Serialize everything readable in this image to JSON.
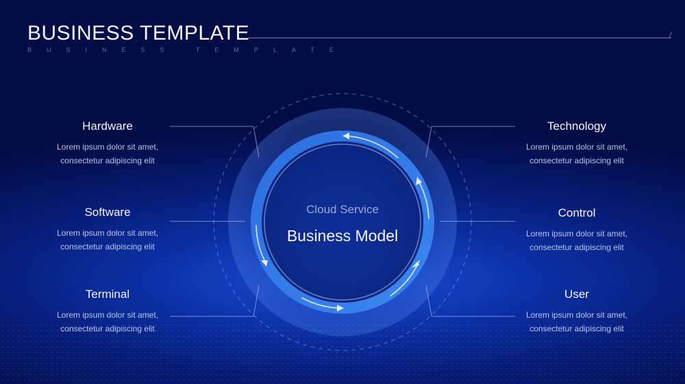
{
  "header": {
    "title": "BUSINESS TEMPLATE",
    "subtitle": "BUSINESS TEMPLATE"
  },
  "center": {
    "subtitle": "Cloud Service",
    "title": "Business Model"
  },
  "items": [
    {
      "label": "Hardware",
      "line1": "Lorem ipsum dolor sit amet,",
      "line2": "consectetur adipiscing elit"
    },
    {
      "label": "Software",
      "line1": "Lorem ipsum dolor sit amet,",
      "line2": "consectetur adipiscing elit"
    },
    {
      "label": "Terminal",
      "line1": "Lorem ipsum dolor sit amet,",
      "line2": "consectetur adipiscing elit"
    },
    {
      "label": "Technology",
      "line1": "Lorem ipsum dolor sit amet,",
      "line2": "consectetur adipiscing elit"
    },
    {
      "label": "Control",
      "line1": "Lorem ipsum dolor sit amet,",
      "line2": "consectetur adipiscing elit"
    },
    {
      "label": "User",
      "line1": "Lorem ipsum dolor sit amet,",
      "line2": "consectetur adipiscing elit"
    }
  ],
  "colors": {
    "ring": "#2f74de",
    "ring_light": "#6fa8ff",
    "connector": "#9fb6e6"
  }
}
